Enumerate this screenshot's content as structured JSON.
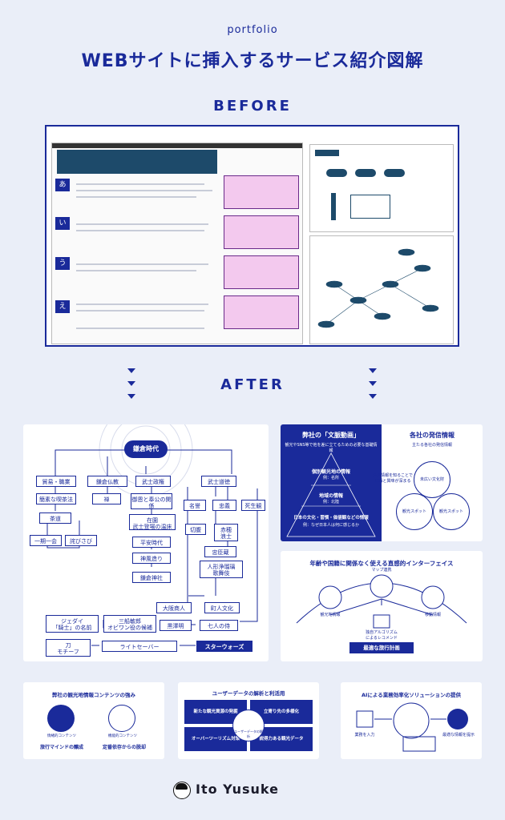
{
  "header": {
    "subtitle": "portfolio",
    "title": "WEBサイトに挿入するサービス紹介図解"
  },
  "sections": {
    "before": "BEFORE",
    "after": "AFTER"
  },
  "before": {
    "doc_labels": [
      "あ",
      "い",
      "う",
      "え"
    ]
  },
  "diagram_main": {
    "center": "鎌倉時代",
    "nodes": {
      "n1": "貿易・職業",
      "n2": "鎌倉仏教",
      "n3": "武士政権",
      "n4": "武士道徳",
      "n5": "簡素な喫茶法",
      "n6": "禅",
      "n7": "御恩と奉公の関係",
      "n8": "茶道",
      "n9": "名誉",
      "n10": "忠義",
      "n11": "死生観",
      "n12": "在園\n武士登場の温床",
      "n13": "一期一会",
      "n14": "詫びさび",
      "n15": "平安時代",
      "n16": "切腹",
      "n17": "赤穂\n浪士",
      "n18": "神風造り",
      "n19": "忠臣蔵",
      "n20": "人形浄瑠璃\n歌舞伎",
      "n21": "鎌倉神社",
      "n22": "大阪商人",
      "n23": "町人文化",
      "n24": "ジェダイ\n「騎士」の名前",
      "n25": "三船敏郎\nオビワン役の候補",
      "n26": "黒澤明",
      "n27": "七人の侍",
      "n28": "刀\nモチーフ",
      "n29": "ライトセーバー",
      "n30": "スターウォーズ"
    }
  },
  "panel_pyramid": {
    "left_title": "弊社の「文脈動画」",
    "left_sub": "観光やSNS等で他を差に立てるための必要な基礎情報",
    "levels": [
      {
        "title": "個別観光地の情報",
        "sub": "例：名所"
      },
      {
        "title": "地域の情報",
        "sub": "例：北陸"
      },
      {
        "title": "日本の文化・習慣・価値観などの情報",
        "sub": "例：なぜ日本人は何に感じるか"
      }
    ],
    "arrow_text": "基礎情報を知ることで\n理解と興味が深まる",
    "right_title": "各社の発信情報",
    "right_sub": "主たる各社の発信情報",
    "circles": [
      "未広い文化財",
      "観光スポット",
      "観光スポット"
    ]
  },
  "panel_interface": {
    "title": "年齢や国籍に関係なく使える直感的インターフェイス",
    "items": [
      "観光地情報",
      "マップ連携",
      "移動情報"
    ],
    "center_text": "独自アルゴリズム\nによるレコメンド",
    "result": "最適な旅行計画"
  },
  "panel_b1": {
    "title": "弊社の観光地情報コンテンツの強み",
    "items": [
      {
        "label": "情緒的コンテンツ",
        "caption": "旅行マインドの醸成"
      },
      {
        "label": "機能的コンテンツ",
        "caption": "定番依存からの脱却"
      }
    ]
  },
  "panel_b2": {
    "title": "ユーザーデータの解析と利活用",
    "cells": [
      "新たな観光資源の発掘",
      "立寄り先の多様化",
      "オーバーツーリズム対策",
      "説得力ある観光データ"
    ],
    "center": "ユーザーデータの解析"
  },
  "panel_b3": {
    "title": "AIによる業務効率化ソリューションの提供",
    "input": "業務を入力",
    "output": "最適な情報を提示"
  },
  "footer": {
    "name": "Ito Yusuke"
  },
  "colors": {
    "navy": "#1a2a9a",
    "bg": "#eaeef8",
    "pink": "#f3c9ee"
  }
}
